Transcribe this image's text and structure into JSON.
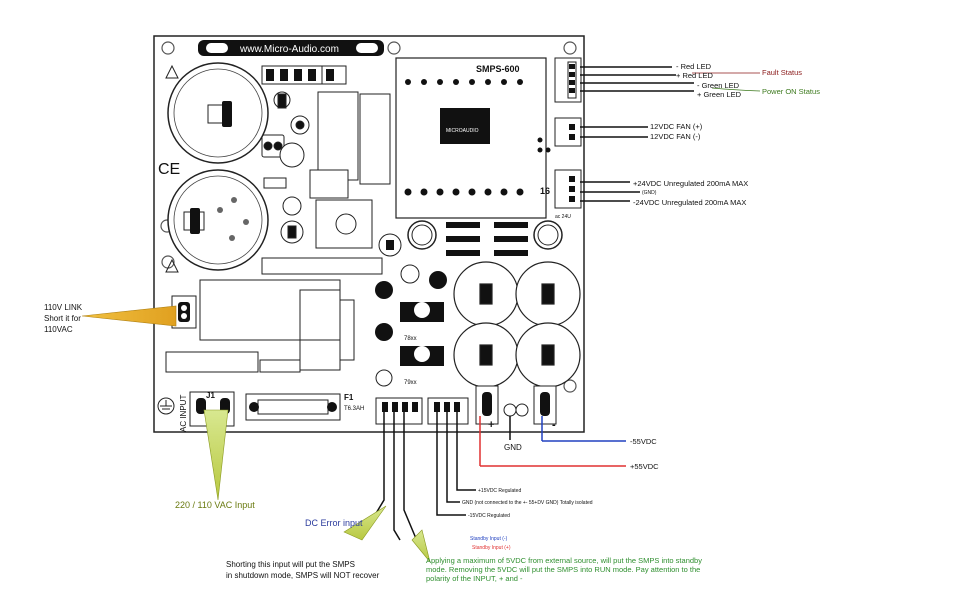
{
  "board": {
    "url": "www.Micro-Audio.com",
    "module": "SMPS-600",
    "module_number": "16",
    "fuse": "F1",
    "fuse_rating": "T6.3AH",
    "ac_input": "AC INPUT",
    "j1": "J1",
    "hv_label": "ac 24U",
    "reg_78": "78xx",
    "reg_79": "79xx",
    "logo": "MICROAUDIO"
  },
  "callouts": {
    "red_led_minus": "- Red LED",
    "red_led_plus": "+ Red LED",
    "fault_status": "Fault Status",
    "green_led_minus": "- Green LED",
    "green_led_plus": "+ Green LED",
    "power_on_status": "Power ON Status",
    "fan_plus": "12VDC FAN (+)",
    "fan_minus": "12VDC FAN (-)",
    "unreg_plus": "+24VDC Unregulated 200mA MAX",
    "unreg_gnd": "(GND)",
    "unreg_minus": "-24VDC Unregulated 200mA MAX",
    "link_110v": [
      "110V LINK",
      "Short it for",
      "110VAC"
    ],
    "ac_input_label": "220 / 110 VAC Input",
    "gnd": "GND",
    "minus_55": "-55VDC",
    "plus_55": "+55VDC",
    "plus_15": "+15VDC Regulated",
    "gnd_iso": "GND (not connected to the +- 55+DV GND) Totally isolated",
    "minus_15": "-15VDC Regulated",
    "standby_minus": "Standby Input (-)",
    "standby_plus": "Standby Input (+)",
    "dc_error": "DC Error input",
    "shutdown_note": [
      "Shorting this input will put the SMPS",
      "in shutdown mode, SMPS will NOT recover"
    ],
    "standby_note": [
      "Applying a maximum of 5VDC from external source, will put the SMPS into standby",
      "mode. Removing the 5VDC will put the SMPS into RUN mode. Pay attention to the",
      "polarity of the INPUT, + and -"
    ]
  },
  "colors": {
    "fault": "#8b1a1a",
    "power_on": "#3d7a1e",
    "dc_error": "#2a3a9c",
    "standby_note": "#2f8f2f",
    "rail_pos": "#e03030",
    "rail_neg": "#2040c0",
    "arrow_yellow": "#e8c030",
    "arrow_green": "#c8d860"
  }
}
